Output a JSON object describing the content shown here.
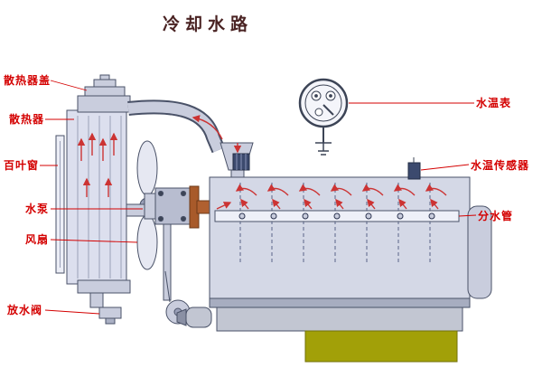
{
  "title": "冷却水路",
  "labels": {
    "radiator_cap": "散热器盖",
    "radiator": "散热器",
    "louver": "百叶窗",
    "water_pump": "水泵",
    "fan": "风扇",
    "drain_valve": "放水阀",
    "temp_gauge": "水温表",
    "temp_sensor": "水温传感器",
    "water_pipe": "分水管"
  },
  "colors": {
    "label_red": "#d40000",
    "arrow_red": "#cc3333",
    "title_dark": "#4a2323",
    "metal_light": "#d8dcec",
    "metal_mid": "#c2c6d2",
    "outline": "#4a5268",
    "oil_pan_olive": "#a2a008"
  }
}
